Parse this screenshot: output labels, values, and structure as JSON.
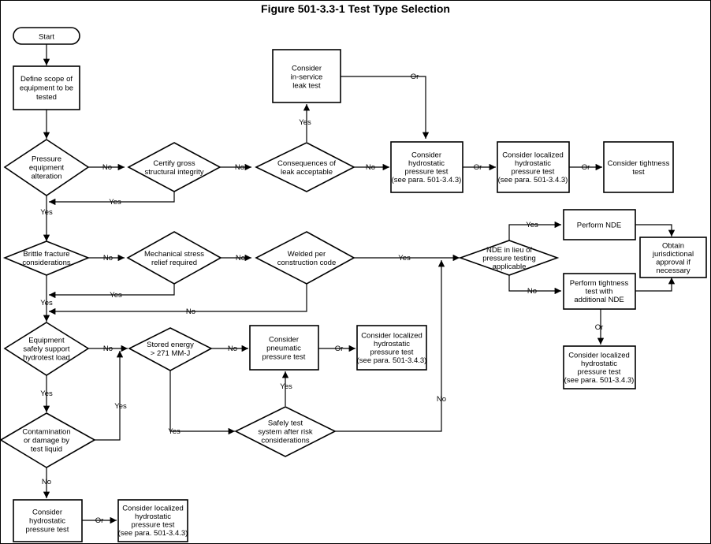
{
  "title": "Figure 501-3.3-1 Test Type Selection",
  "nodes": {
    "start": {
      "lines": [
        "Start"
      ]
    },
    "define_scope": {
      "lines": [
        "Define scope of",
        "equipment to be",
        "tested"
      ]
    },
    "pressure_alteration": {
      "lines": [
        "Pressure",
        "equipment",
        "alteration"
      ]
    },
    "certify_gross": {
      "lines": [
        "Certify gross",
        "structural integrity"
      ]
    },
    "consequences_leak": {
      "lines": [
        "Consequences of",
        "leak acceptable"
      ]
    },
    "consider_inservice": {
      "lines": [
        "Consider",
        "in-service",
        "leak test"
      ]
    },
    "consider_hydro_top": {
      "lines": [
        "Consider",
        "hydrostatic",
        "pressure test",
        "(see para. 501-3.4.3)"
      ]
    },
    "consider_localized_top": {
      "lines": [
        "Consider localized",
        "hydrostatic",
        "pressure test",
        "(see para. 501-3.4.3)"
      ]
    },
    "consider_tightness": {
      "lines": [
        "Consider tightness",
        "test"
      ]
    },
    "brittle_fracture": {
      "lines": [
        "Brittle fracture",
        "considerations"
      ]
    },
    "mech_stress": {
      "lines": [
        "Mechanical stress",
        "relief required"
      ]
    },
    "welded_per_code": {
      "lines": [
        "Welded per",
        "construction code"
      ]
    },
    "nde_in_lieu": {
      "lines": [
        "NDE in lieu of",
        "pressure testing",
        "applicable"
      ]
    },
    "perform_nde": {
      "lines": [
        "Perform NDE"
      ]
    },
    "obtain_approval": {
      "lines": [
        "Obtain",
        "jurisdictional",
        "approval if",
        "necessary"
      ]
    },
    "perform_tightness": {
      "lines": [
        "Perform tightness",
        "test with",
        "additional NDE"
      ]
    },
    "consider_localized_right": {
      "lines": [
        "Consider localized",
        "hydrostatic",
        "pressure test",
        "(see para. 501-3.4.3)"
      ]
    },
    "equipment_support": {
      "lines": [
        "Equipment",
        "safely support",
        "hydrotest load"
      ]
    },
    "stored_energy": {
      "lines": [
        "Stored energy",
        "> 271 MM-J"
      ]
    },
    "consider_pneumatic": {
      "lines": [
        "Consider",
        "pneumatic",
        "pressure test"
      ]
    },
    "consider_localized_mid": {
      "lines": [
        "Consider localized",
        "hydrostatic",
        "pressure test",
        "(see para. 501-3.4.3)"
      ]
    },
    "contamination": {
      "lines": [
        "Contamination",
        "or damage by",
        "test liquid"
      ]
    },
    "safely_test": {
      "lines": [
        "Safely test",
        "system after risk",
        "considerations"
      ]
    },
    "consider_hydro_bottom": {
      "lines": [
        "Consider",
        "hydrostatic",
        "pressure test"
      ]
    },
    "consider_localized_bottom": {
      "lines": [
        "Consider localized",
        "hydrostatic",
        "pressure test",
        "(see para. 501-3.4.3)"
      ]
    }
  },
  "edge_labels": {
    "yes": "Yes",
    "no": "No",
    "or": "Or"
  }
}
